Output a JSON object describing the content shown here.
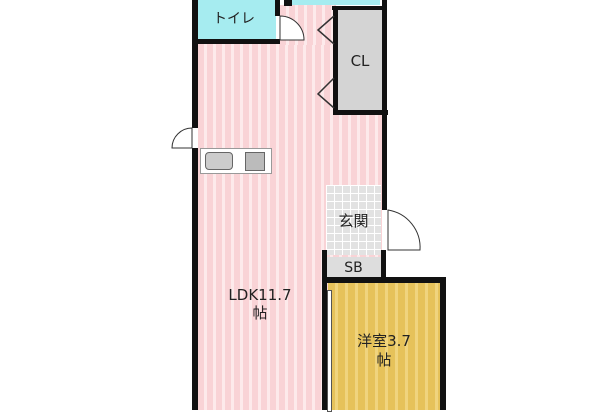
{
  "rooms": {
    "toilet": "トイレ",
    "closet": "CL",
    "ldk": "LDK11.7",
    "ldk_unit": "帖",
    "entrance": "玄関",
    "shoe_box": "SB",
    "western_room": "洋室3.7",
    "western_unit": "帖"
  },
  "colors": {
    "ldk": "#f9d3d6",
    "toilet": "#a6ecf0",
    "closet": "#d4d4d4",
    "western": "#e6c25a"
  }
}
